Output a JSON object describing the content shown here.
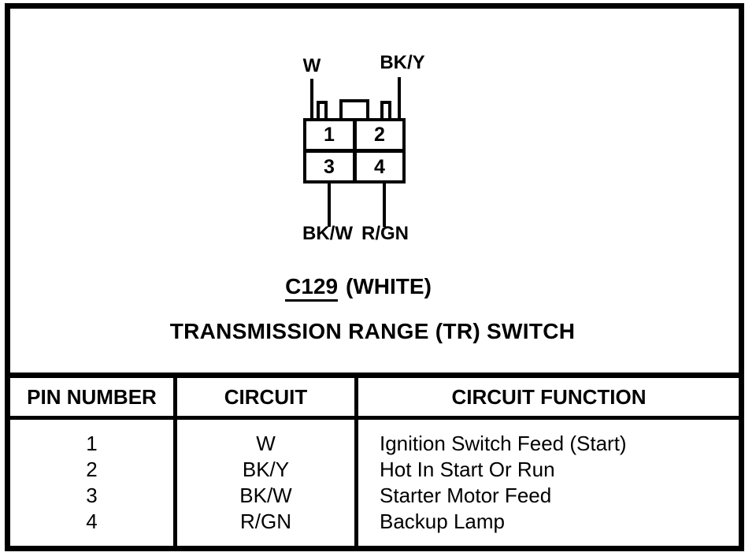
{
  "page": {
    "paper_color": "#ffffff",
    "ink_color": "#000000"
  },
  "connector": {
    "pin_labels": [
      "1",
      "2",
      "3",
      "4"
    ],
    "wires": {
      "top_left": "W",
      "top_right": "BK/Y",
      "bottom_left": "BK/W",
      "bottom_right": "R/GN"
    }
  },
  "captions": {
    "connector_id": "C129",
    "connector_color": "(WHITE)",
    "title": "TRANSMISSION RANGE (TR) SWITCH"
  },
  "table": {
    "headers": [
      "PIN NUMBER",
      "CIRCUIT",
      "CIRCUIT FUNCTION"
    ],
    "rows": [
      {
        "pin": "1",
        "circuit": "W",
        "function": "Ignition Switch Feed (Start)"
      },
      {
        "pin": "2",
        "circuit": "BK/Y",
        "function": "Hot In Start Or Run"
      },
      {
        "pin": "3",
        "circuit": "BK/W",
        "function": "Starter Motor Feed"
      },
      {
        "pin": "4",
        "circuit": "R/GN",
        "function": "Backup Lamp"
      }
    ]
  }
}
